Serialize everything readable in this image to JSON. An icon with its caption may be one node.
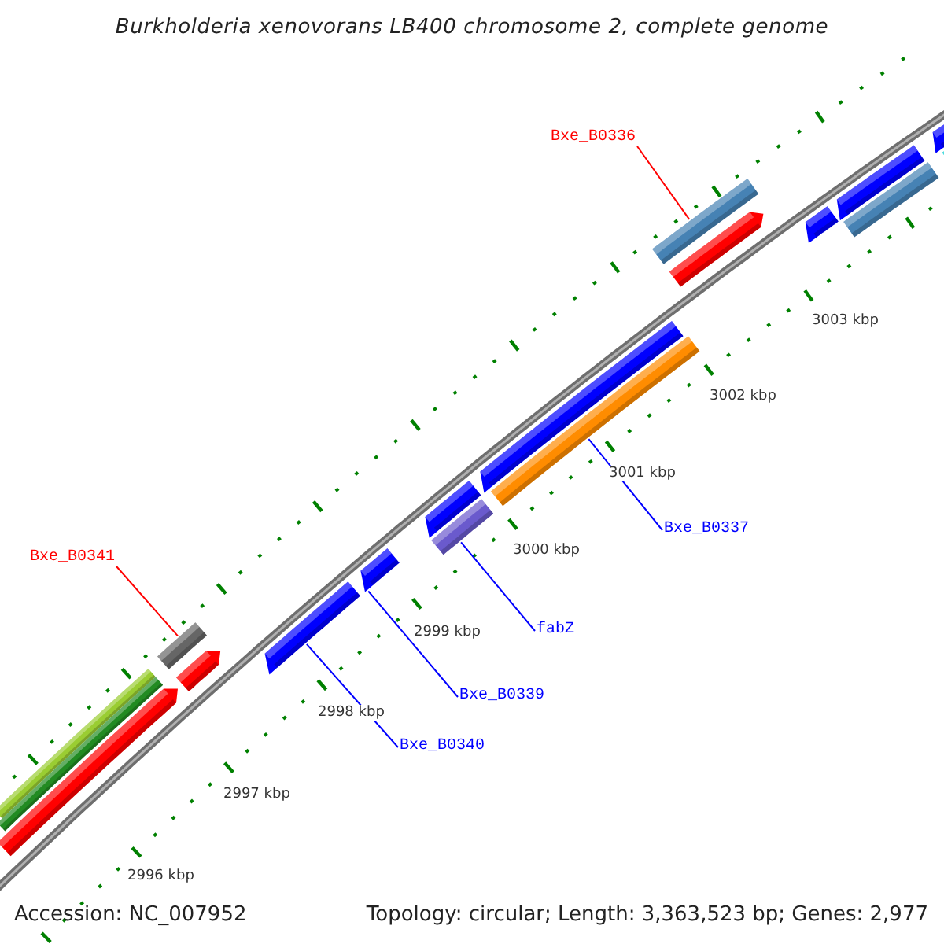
{
  "diagram": {
    "title": "Burkholderia xenovorans LB400 chromosome 2, complete genome",
    "nodes": [
      {
        "text": [
          "Bxe_B0336"
        ]
      },
      {
        "text": [
          "Bxe_B0337"
        ]
      },
      {
        "text": [
          "fabZ"
        ]
      },
      {
        "text": [
          "Bxe_B0339"
        ]
      },
      {
        "text": [
          "Bxe_B0340"
        ]
      },
      {
        "text": [
          "Bxe_B0341"
        ]
      },
      {
        "text": [],
        "shape": "bar"
      },
      {
        "text": [],
        "shape": "bar"
      },
      {
        "text": [],
        "shape": "arrow"
      },
      {
        "text": [],
        "shape": "bar"
      },
      {
        "text": [],
        "shape": "arrow"
      },
      {
        "text": [],
        "shape": "arrow"
      },
      {
        "text": [],
        "shape": "arrow"
      },
      {
        "text": [],
        "shape": "arrow"
      },
      {
        "text": [],
        "shape": "bar"
      },
      {
        "text": [],
        "shape": "arrow"
      },
      {
        "text": [],
        "shape": "bar"
      },
      {
        "text": [],
        "shape": "bar"
      },
      {
        "text": [],
        "shape": "arrow"
      },
      {
        "text": [],
        "shape": "arrow"
      },
      {
        "text": [],
        "shape": "arrow"
      },
      {
        "text": [],
        "shape": "bar"
      },
      {
        "text": [],
        "shape": "arrow"
      },
      {
        "text": [],
        "shape": "bar"
      }
    ],
    "edges": [
      {
        "from": 5,
        "to": 9,
        "arrow": "none",
        "color": "#ff0000"
      },
      {
        "from": 4,
        "to": 11,
        "arrow": "none"
      },
      {
        "from": 3,
        "to": 12,
        "arrow": "none"
      },
      {
        "from": 2,
        "to": 14,
        "arrow": "none"
      },
      {
        "from": 1,
        "to": 16,
        "arrow": "none"
      },
      {
        "from": 0,
        "to": 17,
        "arrow": "none",
        "color": "#ff0000"
      }
    ],
    "labels": [
      "3003 kbp",
      "3002 kbp",
      "3001 kbp",
      "3000 kbp",
      "2999 kbp",
      "2998 kbp",
      "2997 kbp",
      "2996 kbp",
      "Accession: NC_007952",
      "Topology: circular; Length: 3,363,523 bp; Genes: 2,977"
    ]
  }
}
